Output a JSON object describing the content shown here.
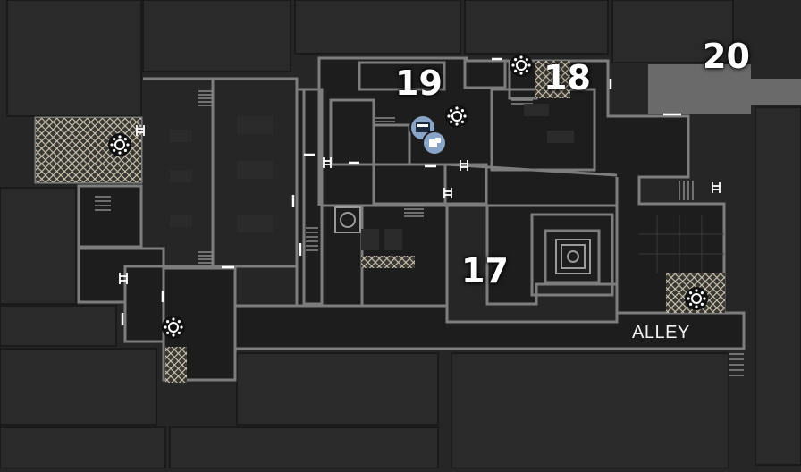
{
  "map": {
    "area_labels": [
      "17",
      "18",
      "19",
      "20"
    ],
    "street_label": "ALLEY",
    "icons": {
      "light_source": "sun-icon",
      "typewriter": "typewriter-icon",
      "item_box": "item-box-icon",
      "ladder": "ladder-icon"
    },
    "colors": {
      "background": "#262626",
      "block": "#1d1d1d",
      "outer_block": "#2a2a2a",
      "wall": "#7d7d7d",
      "road": "#6a6a6a",
      "hatch": "#cfc8b4",
      "marker": "#8aa4c8",
      "label": "#ffffff"
    }
  }
}
